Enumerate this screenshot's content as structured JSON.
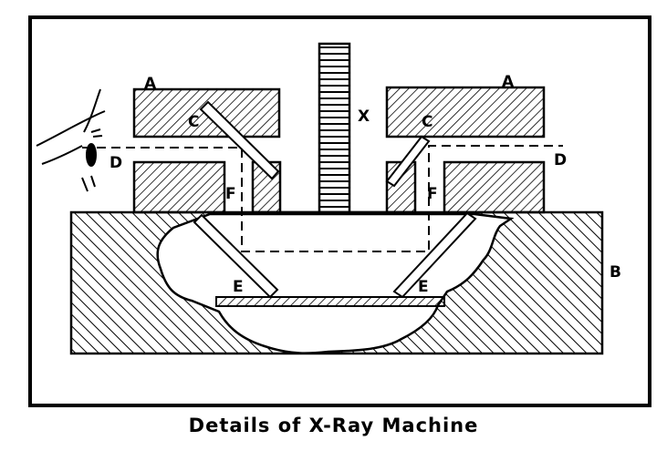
{
  "figure": {
    "caption": "Details of X-Ray Machine",
    "labels": {
      "a_left": "A",
      "a_right": "A",
      "c_left": "C",
      "c_right": "C",
      "x": "X",
      "d_left": "D",
      "d_right": "D",
      "f_left": "F",
      "f_right": "F",
      "e_left": "E",
      "e_right": "E",
      "b": "B"
    }
  }
}
